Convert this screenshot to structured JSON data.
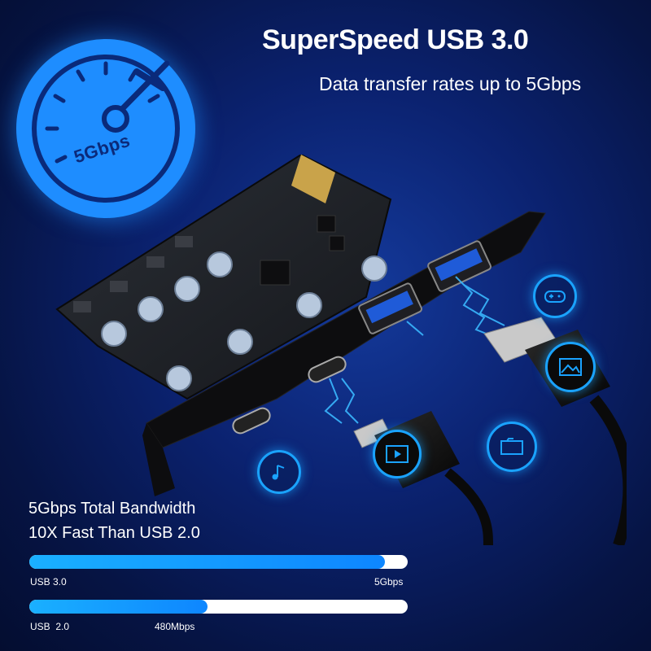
{
  "heading": {
    "title": "SuperSpeed USB 3.0",
    "subtitle": "Data transfer rates up to 5Gbps"
  },
  "gauge": {
    "label": "5Gbps",
    "icon": "speedometer-icon"
  },
  "card": {
    "port_labels": [
      "USB3.0",
      "USB3.0",
      "Type-C",
      "Type-C"
    ]
  },
  "feature_icons": [
    "gamepad-icon",
    "image-icon",
    "folder-icon",
    "video-icon",
    "music-icon"
  ],
  "bandwidth": {
    "line1": "5Gbps Total Bandwidth",
    "line2": "10X Fast Than USB 2.0",
    "bars": [
      {
        "left_label": "USB 3.0",
        "right_label": "5Gbps",
        "fill_fraction": 0.94
      },
      {
        "left_label": "USB  2.0",
        "right_label": "480Mbps",
        "fill_fraction": 0.47
      }
    ]
  },
  "colors": {
    "accent": "#1e8dff",
    "background": "#0b2270",
    "bar_track": "#ffffff"
  }
}
